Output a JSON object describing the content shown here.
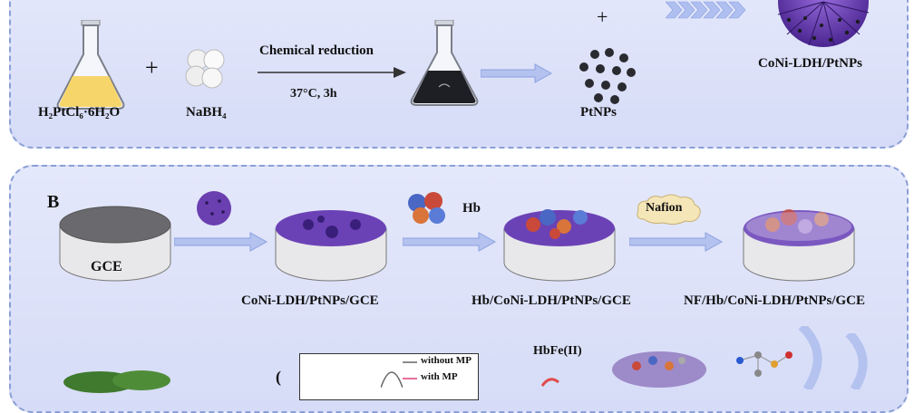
{
  "panel_a": {
    "reagent1": "H₂PtCl₆·6H₂O",
    "plus": "+",
    "reagent2": "NaBH₄",
    "condition_top": "Chemical reduction",
    "condition_bottom": "37°C, 3h",
    "product": "PtNPs",
    "final_product": "CoNi-LDH/PtNPs"
  },
  "panel_b": {
    "letter": "B",
    "electrode": "GCE",
    "step1": "CoNi-LDH/PtNPs/GCE",
    "hb_label": "Hb",
    "step2": "Hb/CoNi-LDH/PtNPs/GCE",
    "nafion": "Nafion",
    "step3": "NF/Hb/CoNi-LDH/PtNPs/GCE",
    "hbfe": "HbFe(II)",
    "legend": [
      "without MP",
      "with MP"
    ]
  },
  "colors": {
    "panel_bg": "#dde2f9",
    "panel_border": "#8b9fd6",
    "arrow": "#9db0ea",
    "ldh_purple": "#6a3fb0"
  }
}
